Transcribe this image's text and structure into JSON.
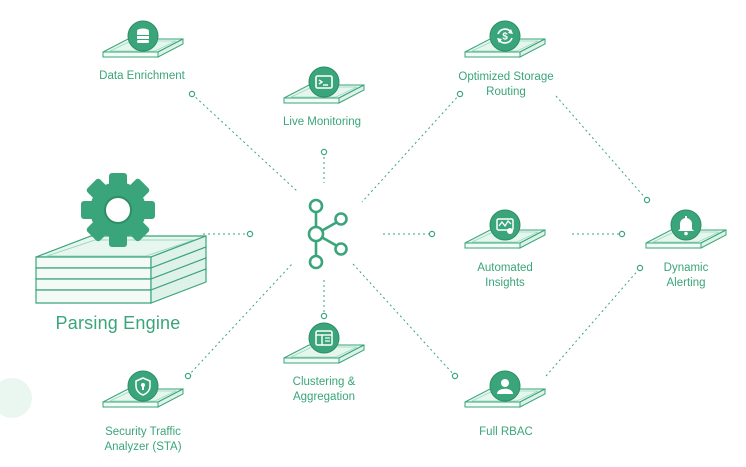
{
  "colors": {
    "accent": "#3aa57a",
    "accent_light": "#cdeee0",
    "line": "#3aa57a"
  },
  "nodes": {
    "data_enrichment": {
      "label": [
        "Data Enrichment"
      ],
      "icon": "database-icon"
    },
    "live_monitoring": {
      "label": [
        "Live Monitoring"
      ],
      "icon": "terminal-icon"
    },
    "optimized_storage": {
      "label": [
        "Optimized Storage",
        "Routing"
      ],
      "icon": "dollar-cycle-icon"
    },
    "parsing_engine": {
      "label": [
        "Parsing Engine"
      ],
      "icon": "gear-icon"
    },
    "automated_insights": {
      "label": [
        "Automated",
        "Insights"
      ],
      "icon": "insights-icon"
    },
    "dynamic_alerting": {
      "label": [
        "Dynamic",
        "Alerting"
      ],
      "icon": "bell-icon"
    },
    "clustering": {
      "label": [
        "Clustering &",
        "Aggregation"
      ],
      "icon": "layout-icon"
    },
    "security": {
      "label": [
        "Security Traffic",
        "Analyzer (STA)"
      ],
      "icon": "shield-icon"
    },
    "full_rbac": {
      "label": [
        "Full RBAC"
      ],
      "icon": "user-icon"
    }
  },
  "hub": {
    "icon": "kafka-hub-icon"
  }
}
